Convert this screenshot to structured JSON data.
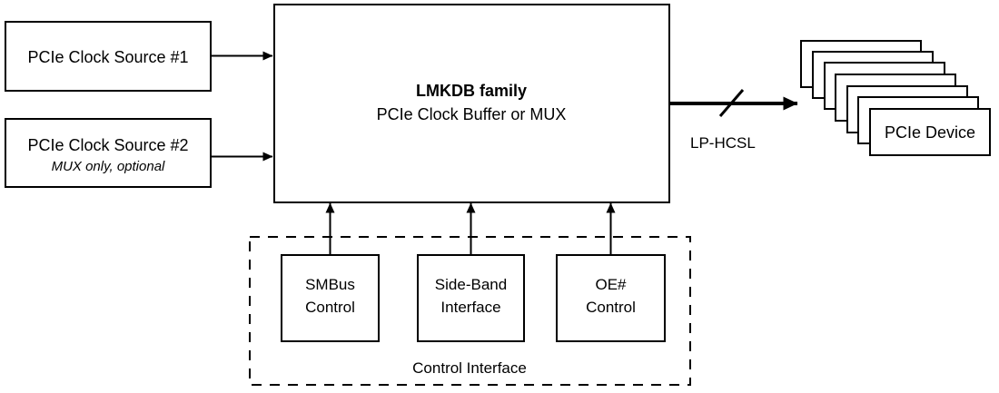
{
  "diagram": {
    "title": "LMKDB family PCIe clock buffer / MUX block diagram",
    "background_color": "#ffffff",
    "line_color": "#000000",
    "sources": [
      {
        "id": "source-1",
        "label": "PCIe Clock Source #1",
        "sublabel": ""
      },
      {
        "id": "source-2",
        "label": "PCIe Clock Source #2",
        "sublabel": "MUX only, optional"
      }
    ],
    "main_block": {
      "title": "LMKDB family",
      "subtitle": "PCIe Clock Buffer or MUX"
    },
    "output": {
      "signal_label": "LP-HCSL",
      "destination_label": "PCIe Device",
      "stack_count": 7
    },
    "control_interface": {
      "group_label": "Control Interface",
      "blocks": [
        {
          "id": "smbus",
          "line1": "SMBus",
          "line2": "Control"
        },
        {
          "id": "side-band",
          "line1": "Side-Band",
          "line2": "Interface"
        },
        {
          "id": "oe",
          "line1": "OE#",
          "line2": "Control"
        }
      ]
    }
  }
}
